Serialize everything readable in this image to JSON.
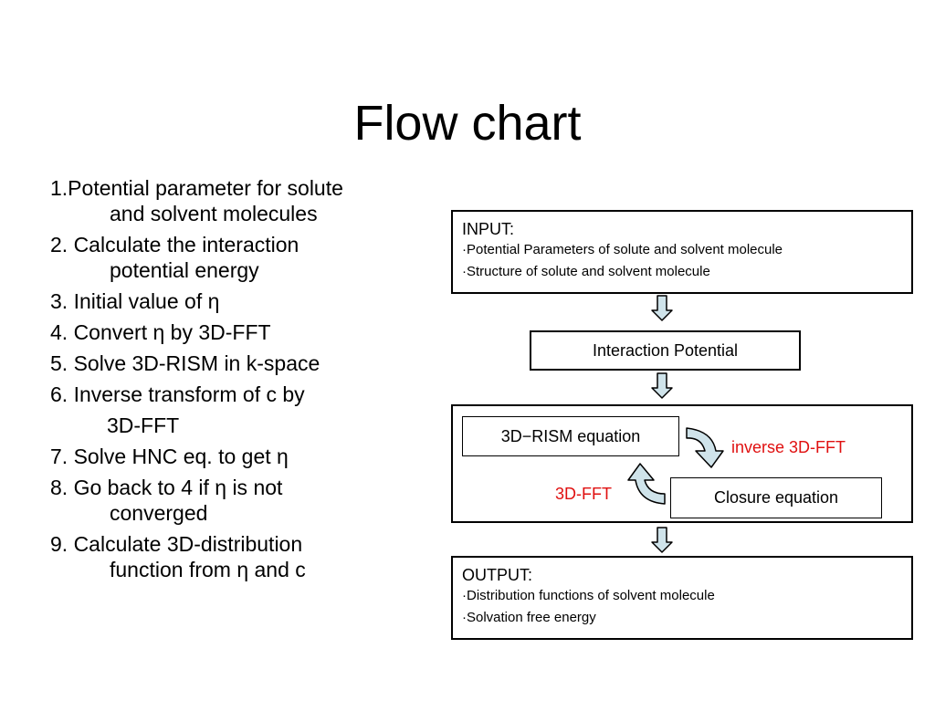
{
  "title": "Flow chart",
  "steps": [
    {
      "line1": "1.Potential parameter for solute",
      "line2": "and solvent molecules"
    },
    {
      "line1": "2. Calculate the interaction",
      "line2": "potential energy"
    },
    {
      "line1": "3. Initial value of η",
      "line2": ""
    },
    {
      "line1": "4. Convert η by 3D-FFT",
      "line2": ""
    },
    {
      "line1": "5. Solve 3D-RISM in k-space",
      "line2": ""
    },
    {
      "line1": "6. Inverse transform of c by",
      "line2": "3D-FFT"
    },
    {
      "line1": "7. Solve HNC eq. to get η",
      "line2": ""
    },
    {
      "line1": "8. Go back to 4 if η is not",
      "line2": "converged"
    },
    {
      "line1": "9. Calculate 3D-distribution",
      "line2": "function from η and c"
    }
  ],
  "input_box": {
    "heading": "INPUT:",
    "items": [
      "·Potential Parameters of solute and solvent molecule",
      "·Structure of solute and solvent molecule"
    ]
  },
  "interaction_box": {
    "label": "Interaction Potential"
  },
  "loop": {
    "rism_label": "3D−RISM equation",
    "closure_label": "Closure equation",
    "inverse_label": "inverse  3D-FFT",
    "fft_label": "3D-FFT"
  },
  "output_box": {
    "heading": "OUTPUT:",
    "items": [
      "·Distribution functions of solvent molecule",
      "·Solvation free energy"
    ]
  },
  "colors": {
    "arrow_fill": "#cfe3ea",
    "label_red": "#e01010"
  }
}
